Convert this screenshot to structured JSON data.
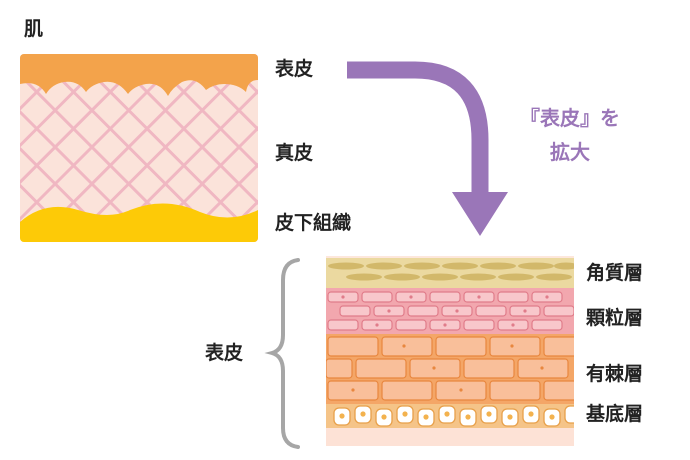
{
  "title": "肌",
  "skin_layers": {
    "epidermis": "表皮",
    "dermis": "真皮",
    "subcutaneous": "皮下組織"
  },
  "zoom_note": {
    "line1": "『表皮』を",
    "line2": "拡大"
  },
  "epidermis_group_label": "表皮",
  "epidermis_layers": {
    "corneum": "角質層",
    "granular": "顆粒層",
    "spinous": "有棘層",
    "basal": "基底層"
  },
  "colors": {
    "epidermis": "#f3a34b",
    "dermis": "#fbe3da",
    "dermis_mesh": "#f0b7c2",
    "fat": "#fdca07",
    "arrow": "#9a76b8",
    "corneum": "#ebd9a0",
    "granular": "#f2a7ae",
    "spinous": "#f9bf9a",
    "basal_bg": "#f5c488",
    "bracket": "#a6a6a6"
  }
}
